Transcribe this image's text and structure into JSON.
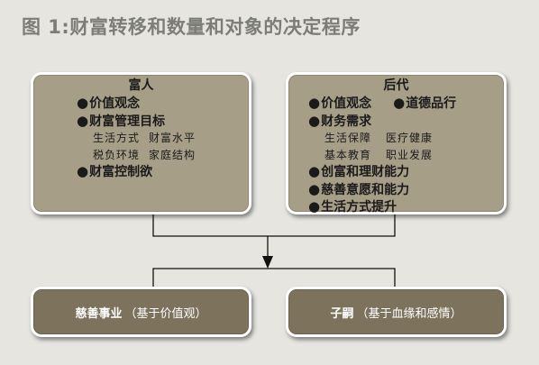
{
  "title": "图 1:财富转移和数量和对象的决定程序",
  "rich": {
    "heading": "富人",
    "items": [
      "价值观念",
      "财富管理目标",
      "财富控制欲"
    ],
    "sub_rows": [
      [
        "生活方式",
        "财富水平"
      ],
      [
        "税负环境",
        "家庭结构"
      ]
    ]
  },
  "heirs": {
    "heading": "后代",
    "items": [
      "价值观念",
      "道德品行",
      "财务需求",
      "创富和理财能力",
      "慈善意愿和能力",
      "生活方式提升"
    ],
    "sub_rows": [
      [
        "生活保障",
        "医疗健康"
      ],
      [
        "基本教育",
        "职业发展"
      ]
    ]
  },
  "outcomes": {
    "charity": {
      "name": "慈善事业",
      "basis": "（基于价值观）"
    },
    "children": {
      "name": "子嗣",
      "basis": "（基于血缘和感情）"
    }
  },
  "bullet_symbol": "●",
  "colors": {
    "background": "#e6e5e0",
    "top_box": "#a79e87",
    "bottom_box": "#7d735d",
    "title": "#7d7d78",
    "connector": "#111111"
  }
}
